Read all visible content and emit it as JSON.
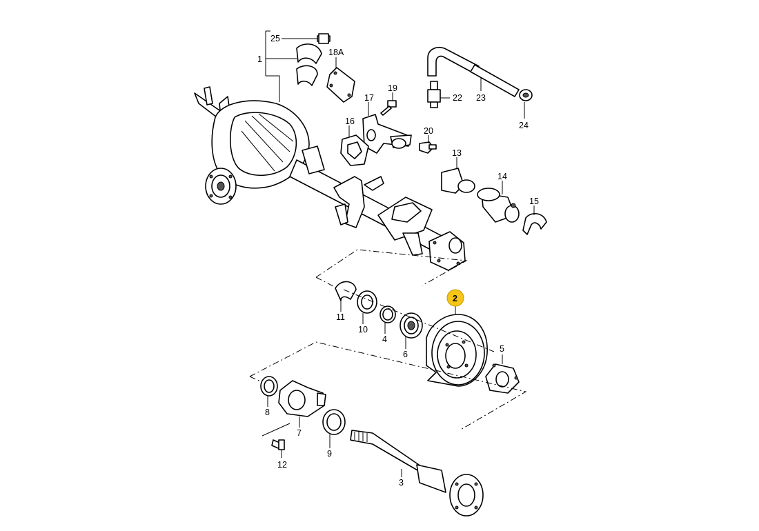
{
  "callouts": {
    "c25": "25",
    "c1": "1",
    "c18a": "18A",
    "c17": "17",
    "c19": "19",
    "c16": "16",
    "c20": "20",
    "c22": "22",
    "c23": "23",
    "c24": "24",
    "c13": "13",
    "c14": "14",
    "c15": "15",
    "c2": "2",
    "c11": "11",
    "c10": "10",
    "c4": "4",
    "c6": "6",
    "c5": "5",
    "c8": "8",
    "c7": "7",
    "c9": "9",
    "c12": "12",
    "c3": "3"
  },
  "highlight": {
    "selected_part": "2",
    "color": "#f5c518"
  }
}
